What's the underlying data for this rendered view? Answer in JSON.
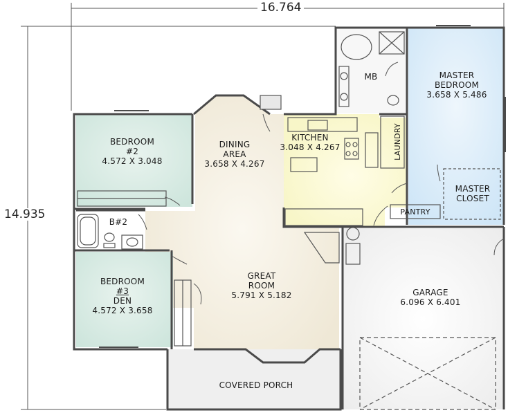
{
  "dimensions": {
    "width": "16.764",
    "depth": "14.935"
  },
  "rooms": {
    "master_bedroom": {
      "name_1": "MASTER",
      "name_2": "BEDROOM",
      "size": "3.658 X 5.486"
    },
    "master_bath": {
      "name": "MB"
    },
    "master_closet": {
      "name_1": "MASTER",
      "name_2": "CLOSET"
    },
    "kitchen": {
      "name": "KITCHEN",
      "size": "3.048 X 4.267"
    },
    "laundry": {
      "name": "LAUNDRY"
    },
    "pantry": {
      "name": "PANTRY"
    },
    "dining": {
      "name_1": "DINING",
      "name_2": "AREA",
      "size": "3.658 X 4.267"
    },
    "bedroom2": {
      "name_1": "BEDROOM",
      "name_2": "#2",
      "size": "4.572 X 3.048"
    },
    "bath2": {
      "name": "B#2"
    },
    "bedroom3": {
      "name_1": "BEDROOM",
      "name_2": "#3",
      "name_3": "DEN",
      "size": "4.572 X 3.658"
    },
    "great_room": {
      "name_1": "GREAT",
      "name_2": "ROOM",
      "size": "5.791 X 5.182"
    },
    "garage": {
      "name": "GARAGE",
      "size": "6.096 X 6.401"
    },
    "porch": {
      "name": "COVERED PORCH"
    }
  },
  "colors": {
    "master_bedroom": "#cfe6f7",
    "bedrooms": "#cde5dc",
    "kitchen": "#f8f6c8",
    "great_room": "#efe8d6",
    "garage": "#ececec",
    "wall": "#4a4a4a"
  }
}
